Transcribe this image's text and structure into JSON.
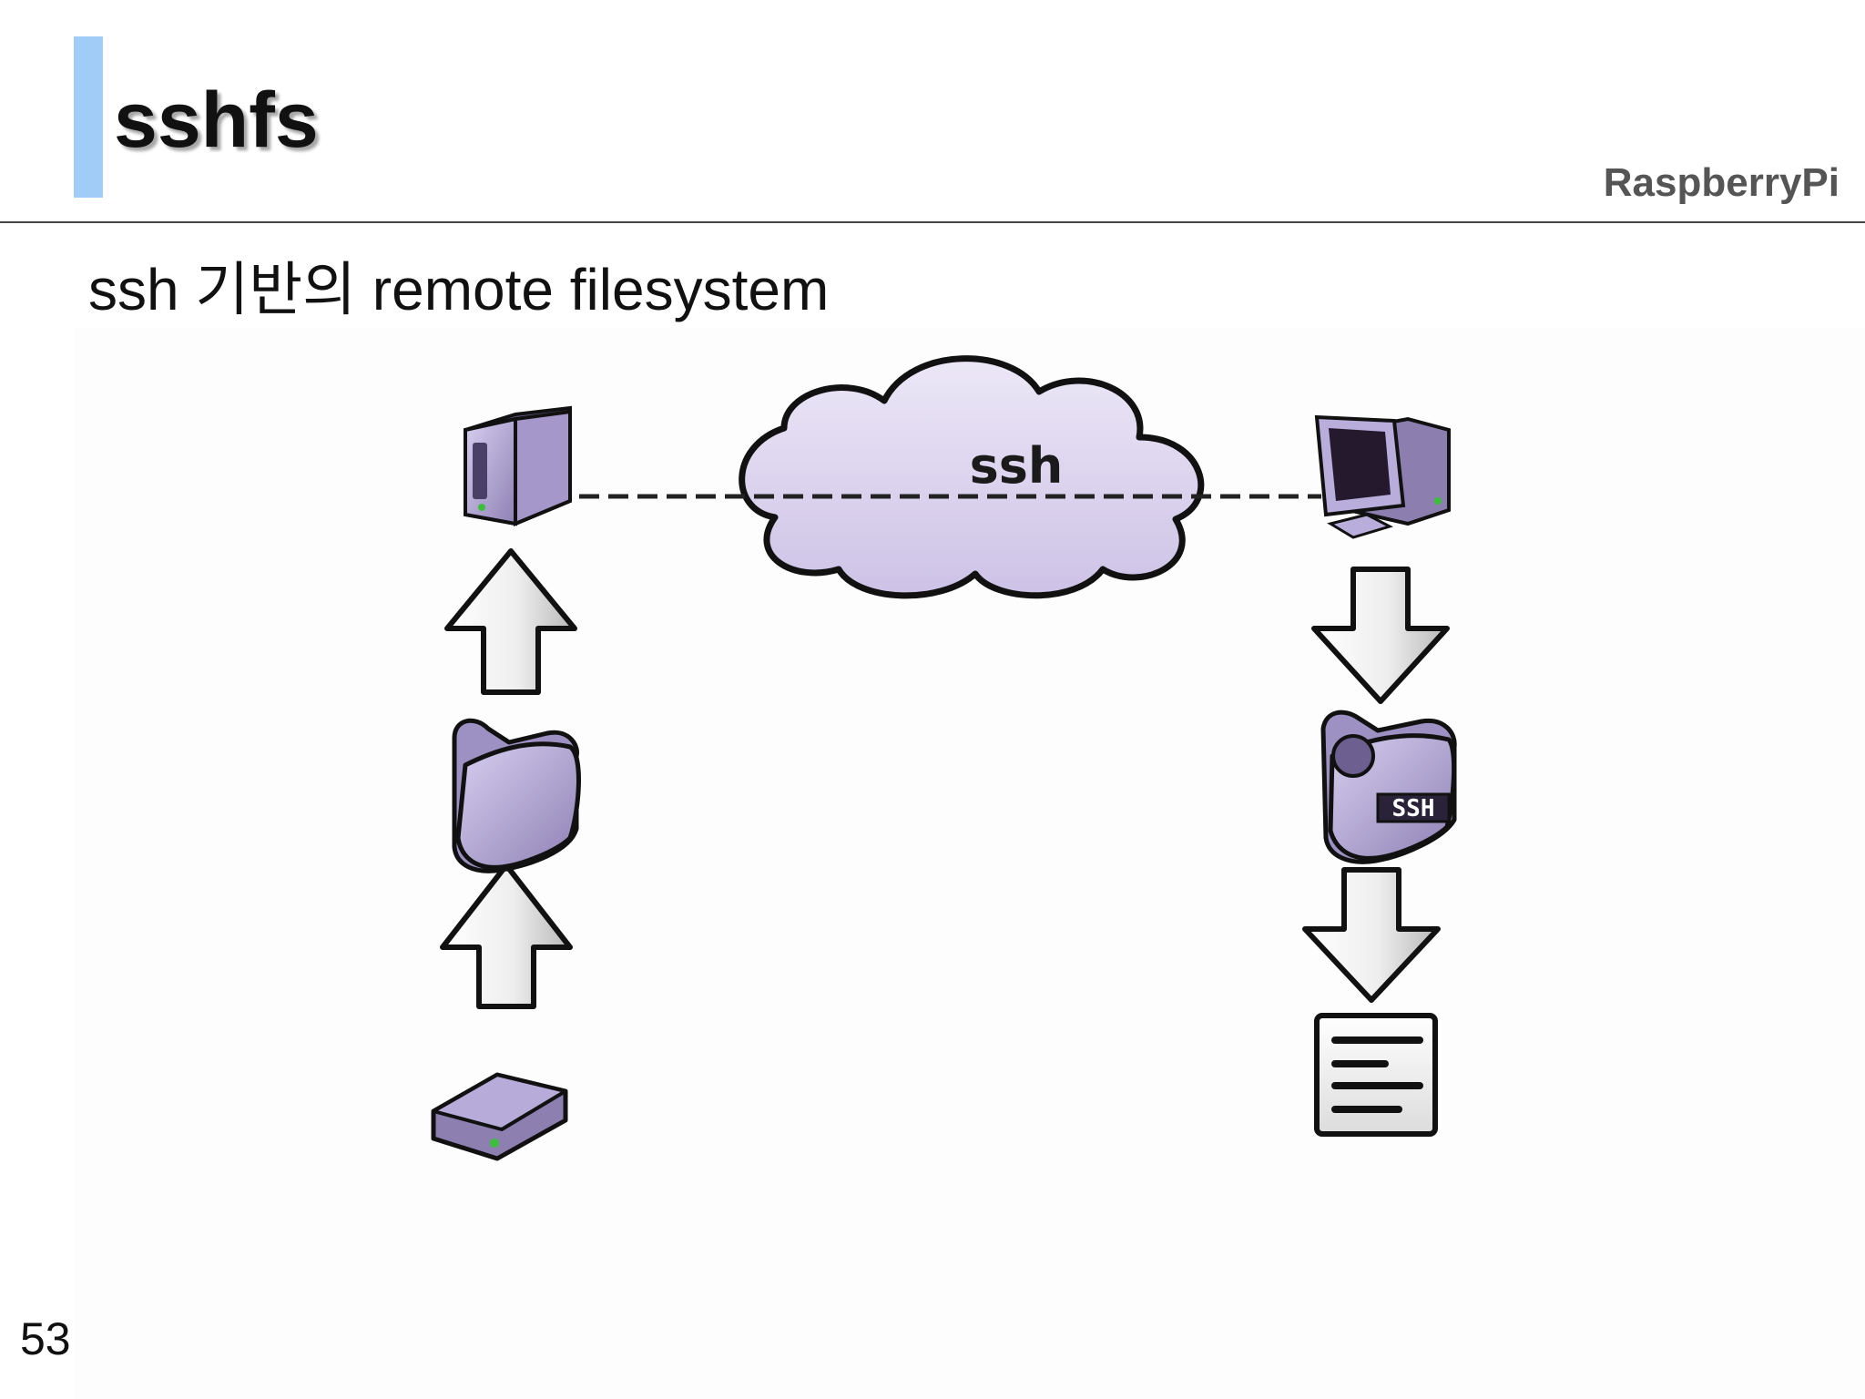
{
  "slide": {
    "title": "sshfs",
    "brand": "RaspberryPi",
    "subtitle": "ssh 기반의 remote filesystem",
    "page_number": "53"
  },
  "diagram": {
    "cloud_label": "ssh",
    "folder_badge": "SSH",
    "left_column": [
      "server-icon",
      "up-arrow-icon",
      "folder-icon",
      "up-arrow-icon",
      "hard-drive-icon"
    ],
    "right_column": [
      "computer-icon",
      "down-arrow-icon",
      "ssh-folder-icon",
      "down-arrow-icon",
      "document-icon"
    ],
    "colors": {
      "accent_bar": "#9fcdf8",
      "device_fill": "#b9add6",
      "device_dark": "#6a5d8a",
      "cloud_fill": "#ddd4ee",
      "arrow_fill": "#eeeeee"
    }
  }
}
